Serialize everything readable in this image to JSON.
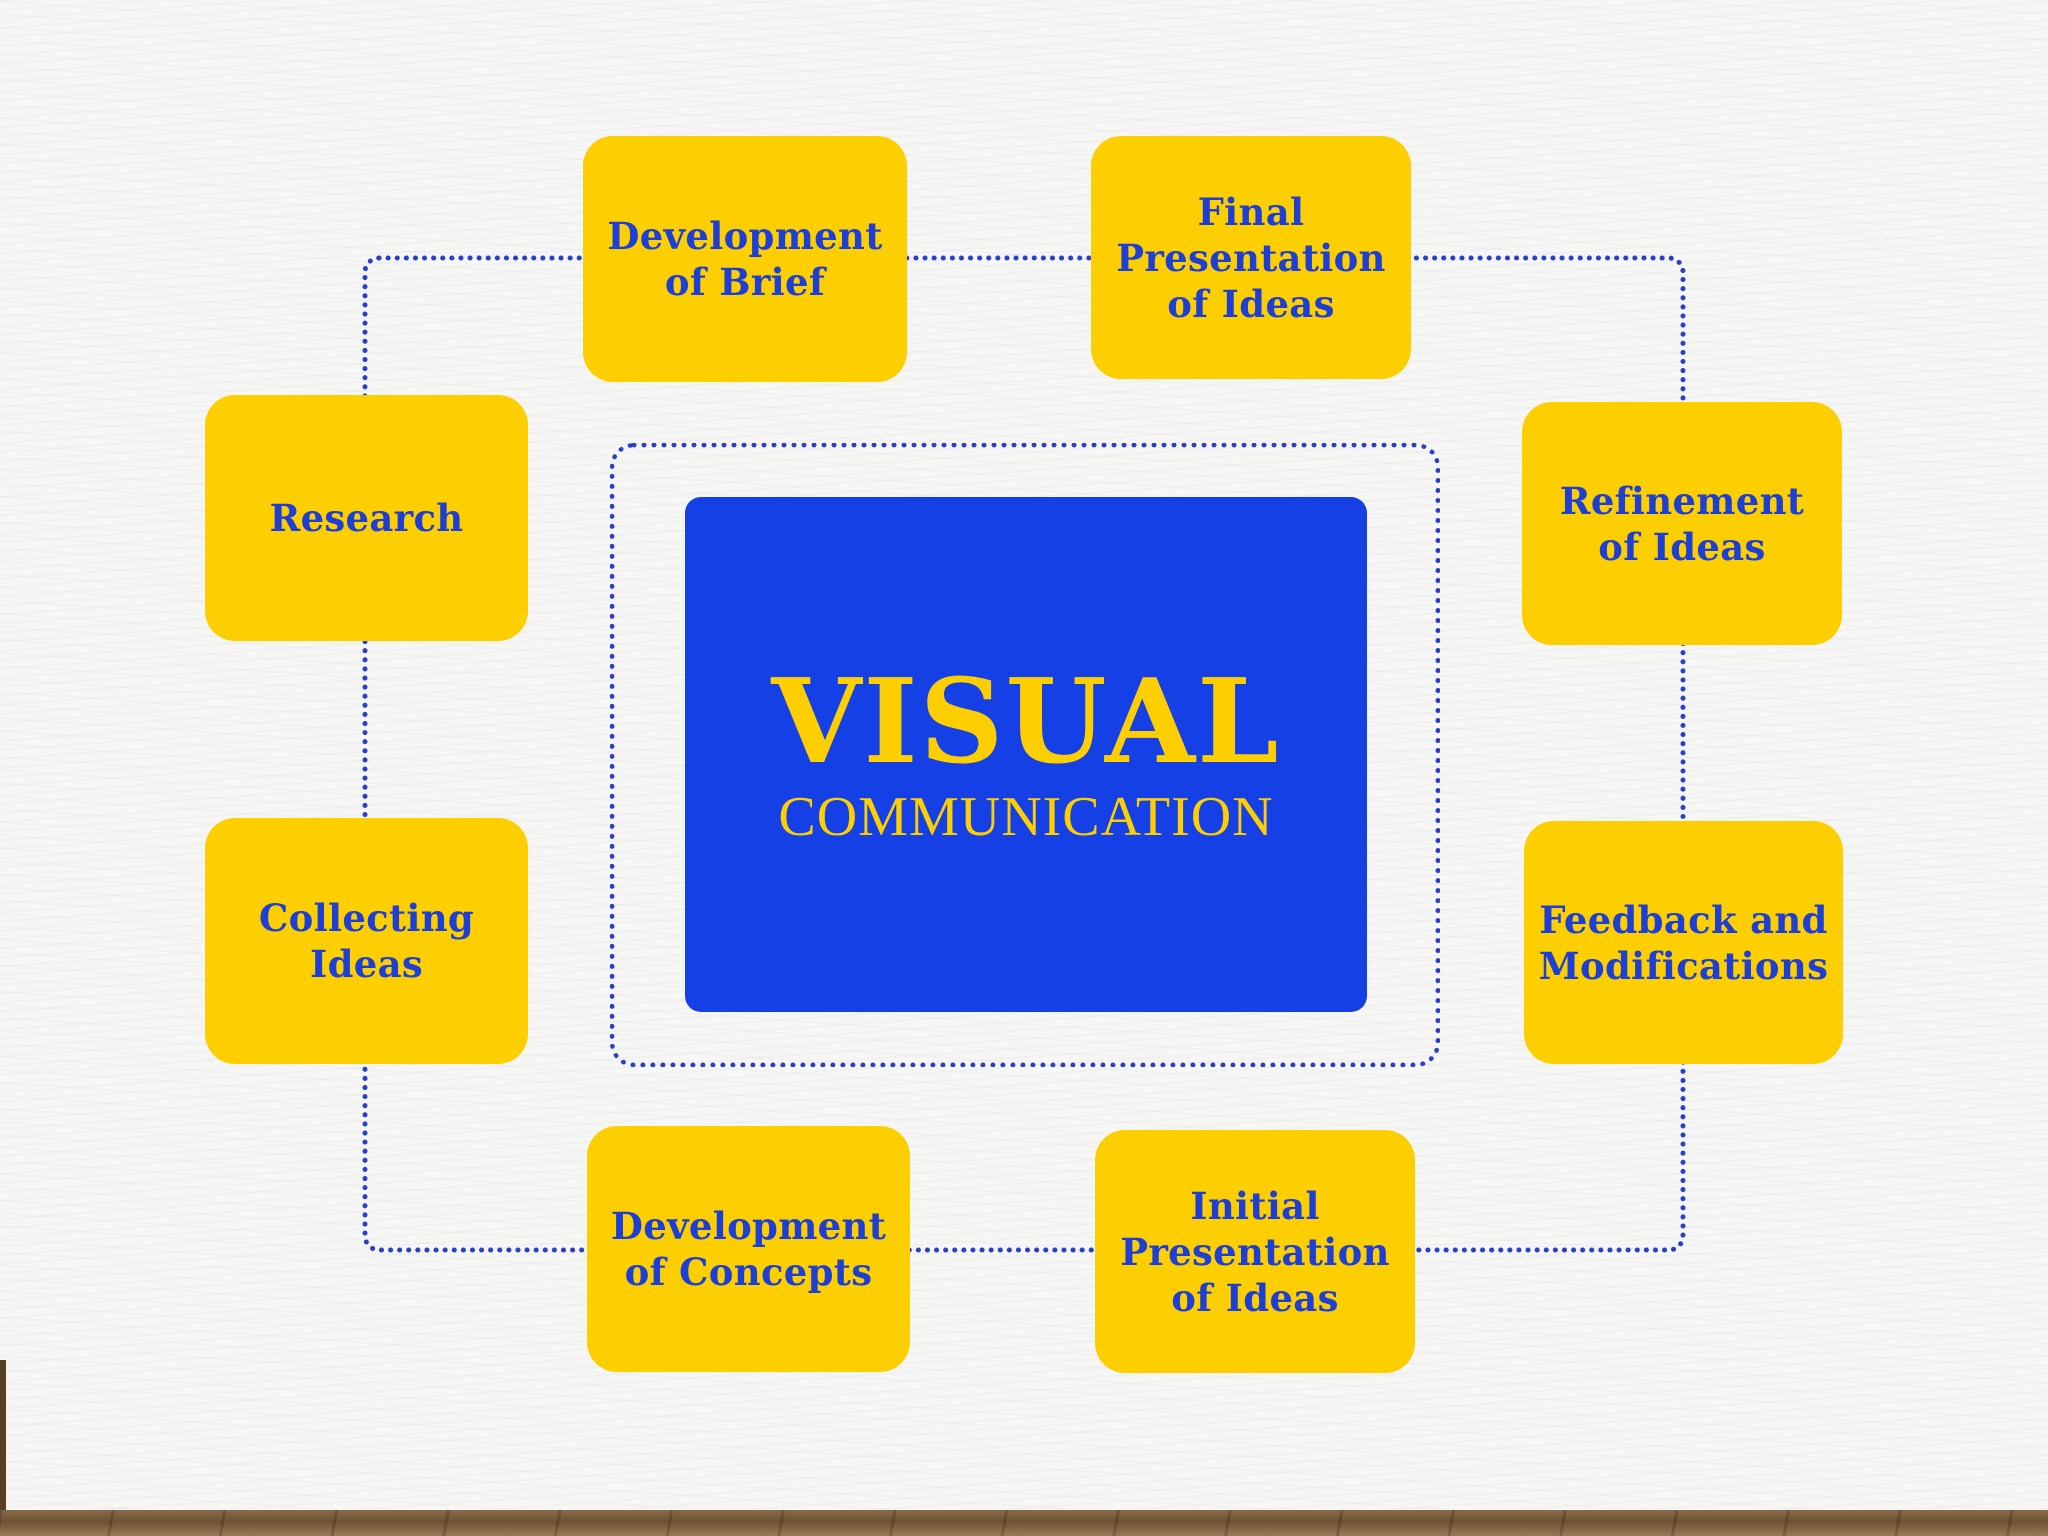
{
  "center": {
    "title": "VISUAL",
    "subtitle": "COMMUNICATION"
  },
  "nodes": [
    {
      "id": "development-of-brief",
      "label": "Development\nof Brief"
    },
    {
      "id": "final-presentation-of-ideas",
      "label": "Final\nPresentation\nof Ideas"
    },
    {
      "id": "research",
      "label": "Research"
    },
    {
      "id": "refinement-of-ideas",
      "label": "Refinement\nof Ideas"
    },
    {
      "id": "collecting-ideas",
      "label": "Collecting\nIdeas"
    },
    {
      "id": "feedback-and-modifications",
      "label": "Feedback and\nModifications"
    },
    {
      "id": "development-of-concepts",
      "label": "Development\nof Concepts"
    },
    {
      "id": "initial-presentation-of-ideas",
      "label": "Initial\nPresentation\nof Ideas"
    }
  ],
  "colors": {
    "node_fill": "#fdcf00",
    "node_text": "#1d3fd6",
    "hub_fill": "#1440e6",
    "hub_text": "#fdcf00",
    "connector": "#2a3fc9",
    "background": "#f6f6f4"
  }
}
